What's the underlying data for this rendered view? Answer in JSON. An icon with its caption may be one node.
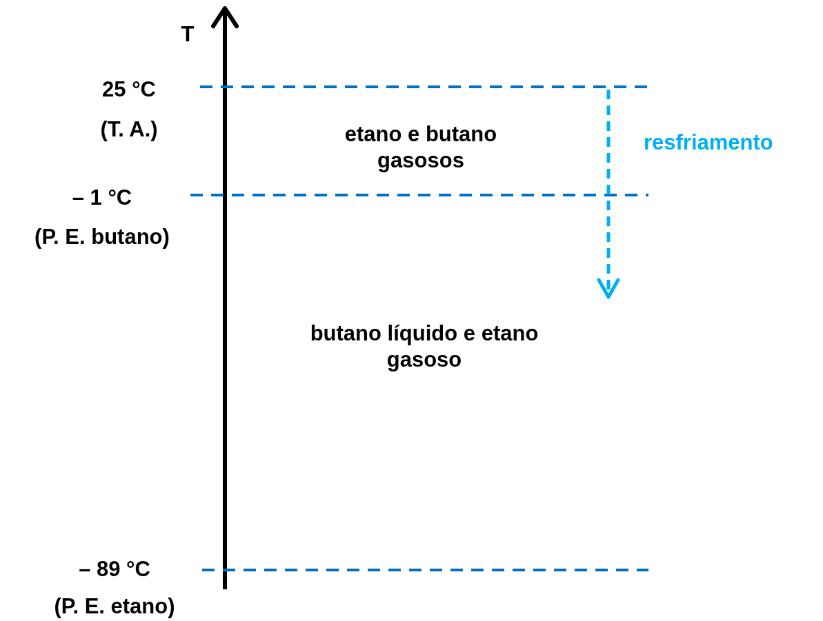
{
  "diagram": {
    "labels": [
      "T",
      "25 °C",
      "(T. A.)",
      "– 1 °C",
      "(P. E. butano)",
      "– 89 °C",
      "(P. E. etano)",
      "etano e butano gasosos",
      "resfriamento",
      "butano líquido e etano gasoso"
    ]
  }
}
